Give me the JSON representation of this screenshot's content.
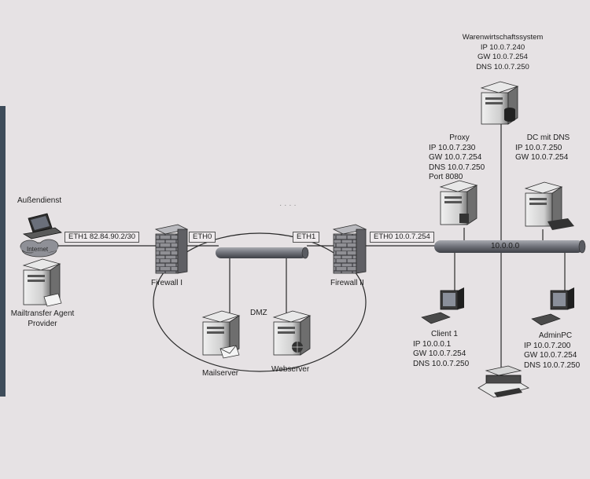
{
  "labels": {
    "warenwirtschaft": [
      "Warenwirtschaftssystem",
      "IP 10.0.7.240",
      "GW 10.0.7.254",
      "DNS 10.0.7.250"
    ],
    "proxy": [
      "Proxy",
      "IP 10.0.7.230",
      "GW 10.0.7.254",
      "DNS 10.0.7.250",
      "Port 8080"
    ],
    "dc": [
      "DC mit DNS",
      "IP 10.0.7.250",
      "GW 10.0.7.254"
    ],
    "aussendienst": "Außendienst",
    "internet": "Internet",
    "mta": [
      "Mailtransfer Agent",
      "Provider"
    ],
    "eth1_outer": "ETH1 82.84.90.2/30",
    "eth0_fw1": "ETH0",
    "eth1_fw2": "ETH1",
    "eth0_fw2": "ETH0 10.0.7.254",
    "firewall1": "Firewall I",
    "firewall2": "Firewall II",
    "lan": "10.0.0.0",
    "dmz": "DMZ",
    "mailserver": "Mailserver",
    "webserver": "Webserver",
    "client1": [
      "Client 1",
      "IP 10.0.0.1",
      "GW 10.0.7.254",
      "DNS 10.0.7.250"
    ],
    "adminpc": [
      "AdminPC",
      "IP 10.0.7.200",
      "GW 10.0.7.254",
      "DNS 10.0.7.250"
    ],
    "dots": "· · · ·"
  },
  "colors": {
    "background": "#e6e2e4",
    "line": "#2a2a2a",
    "cable": "#7d7f86",
    "server": "#d9d9d9",
    "device_dark": "#3a3a3a",
    "left_bar": "#3e4c5a"
  }
}
